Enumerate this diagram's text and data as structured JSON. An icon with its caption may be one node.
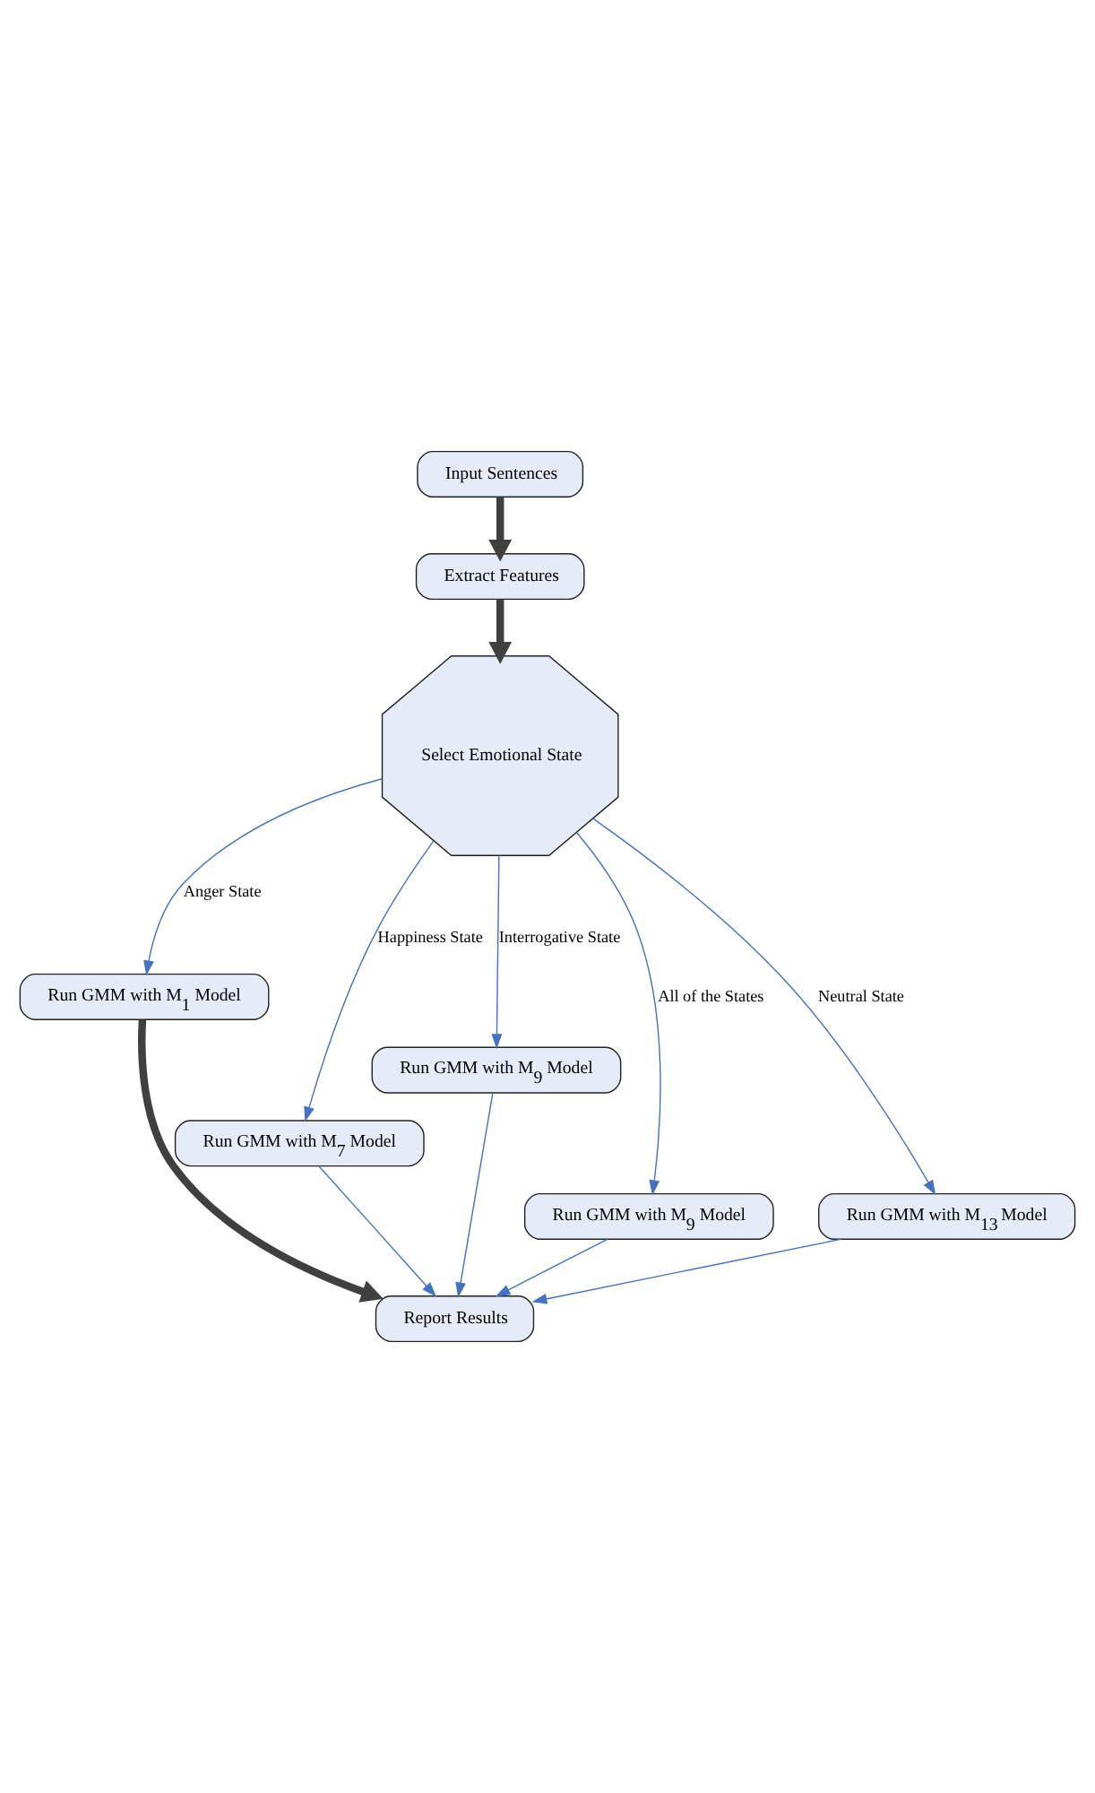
{
  "diagram": {
    "nodes": [
      {
        "text": [
          "Input Sentences"
        ]
      },
      {
        "text": [
          "Extract Features"
        ]
      },
      {
        "text": [
          "Select Emotional State"
        ]
      },
      {
        "text": [
          "Run GMM with M$_{1}$ Model"
        ]
      },
      {
        "text": [
          "Run GMM with M$_{7}$ Model"
        ]
      },
      {
        "text": [
          "Run GMM with M$_{9}$ Model"
        ]
      },
      {
        "text": [
          "Run GMM with M$_{9}$ Model"
        ]
      },
      {
        "text": [
          "Run GMM with M$_{13}$ Model"
        ]
      },
      {
        "text": [
          "Report Results"
        ]
      }
    ],
    "edges": [
      {
        "from": 0,
        "to": 1,
        "arrow": "to",
        "style": "thick",
        "color": "#404040"
      },
      {
        "from": 1,
        "to": 2,
        "arrow": "to",
        "style": "thick",
        "color": "#404040"
      },
      {
        "from": 2,
        "to": 6,
        "arrow": "to",
        "label": "All of the States"
      },
      {
        "from": 2,
        "to": 7,
        "arrow": "to",
        "label": "Neutral State"
      },
      {
        "from": 2,
        "to": 4,
        "arrow": "to",
        "label": "Happiness State"
      },
      {
        "from": 2,
        "to": 5,
        "arrow": "to",
        "label": "Interrogative State"
      },
      {
        "from": 2,
        "to": 3,
        "arrow": "to",
        "label": "Anger State"
      },
      {
        "from": 3,
        "to": 8,
        "arrow": "to",
        "style": "thick",
        "color": "#404040"
      },
      {
        "from": 4,
        "to": 8,
        "arrow": "to"
      },
      {
        "from": 5,
        "to": 8,
        "arrow": "to"
      },
      {
        "from": 6,
        "to": 8,
        "arrow": "to"
      },
      {
        "from": 7,
        "to": 8,
        "arrow": "to"
      }
    ]
  }
}
